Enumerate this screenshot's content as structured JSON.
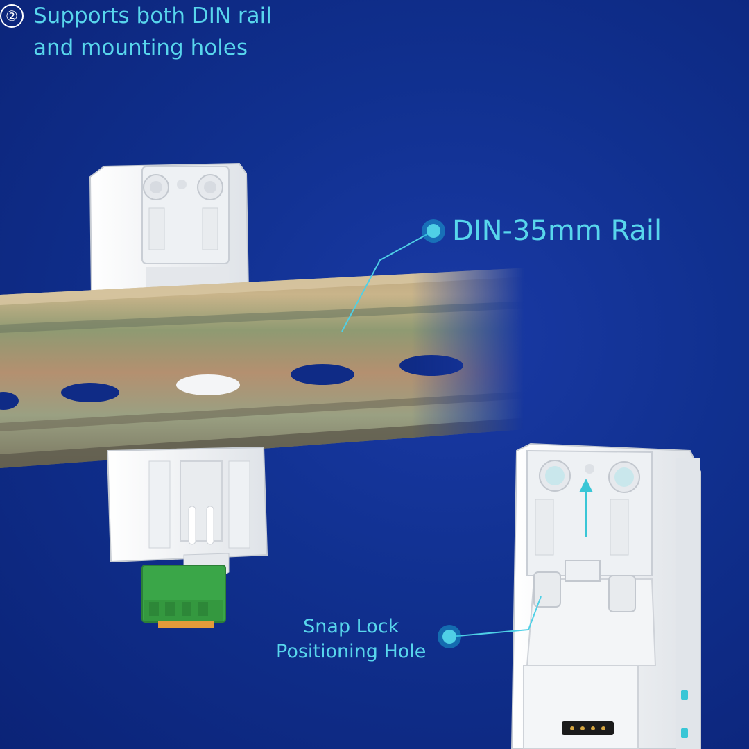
{
  "headline": {
    "number": "②",
    "lines": [
      "Supports both DIN rail",
      "and mounting holes"
    ]
  },
  "callouts": {
    "rail_label": "DIN-35mm Rail",
    "snap_lock_lines": [
      "Snap Lock",
      "Positioning Hole"
    ]
  },
  "colors": {
    "background": "#10308f",
    "accent": "#58d6ec",
    "module_body": "#f2f4f6",
    "terminal": "#3aa648"
  }
}
